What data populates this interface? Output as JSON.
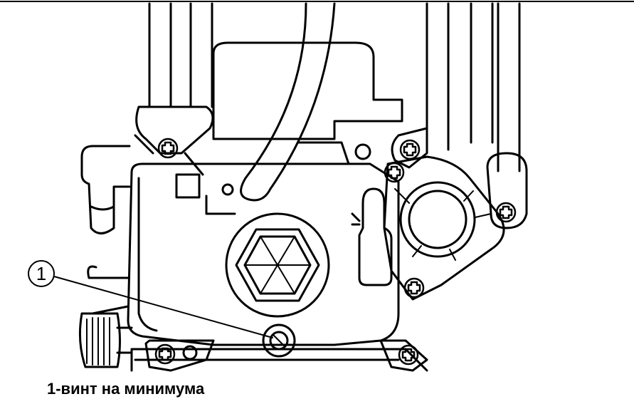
{
  "figure": {
    "callouts": [
      {
        "number": "1",
        "target": "pilot-screw"
      }
    ]
  },
  "caption": {
    "text": "1-винт на минимума"
  },
  "colors": {
    "line": "#000000",
    "background": "#ffffff"
  }
}
